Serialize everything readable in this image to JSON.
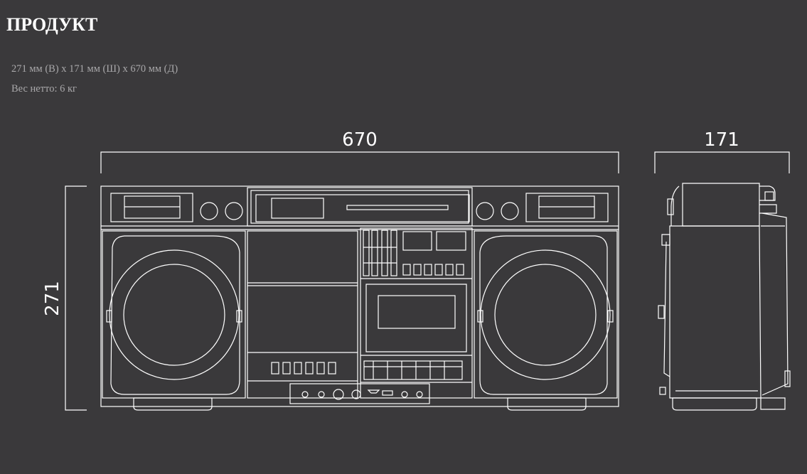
{
  "header": {
    "title": "ПРОДУКТ"
  },
  "specs": {
    "dimensions": "271 мм (В) x 171 мм (Ш) x 670 мм (Д)",
    "weight": "Вес нетто: 6 кг"
  },
  "diagram": {
    "width_label": "670",
    "depth_label": "171",
    "height_label": "271"
  },
  "colors": {
    "background": "#3a393b",
    "line": "#ffffff",
    "muted_text": "#a9a8aa"
  }
}
